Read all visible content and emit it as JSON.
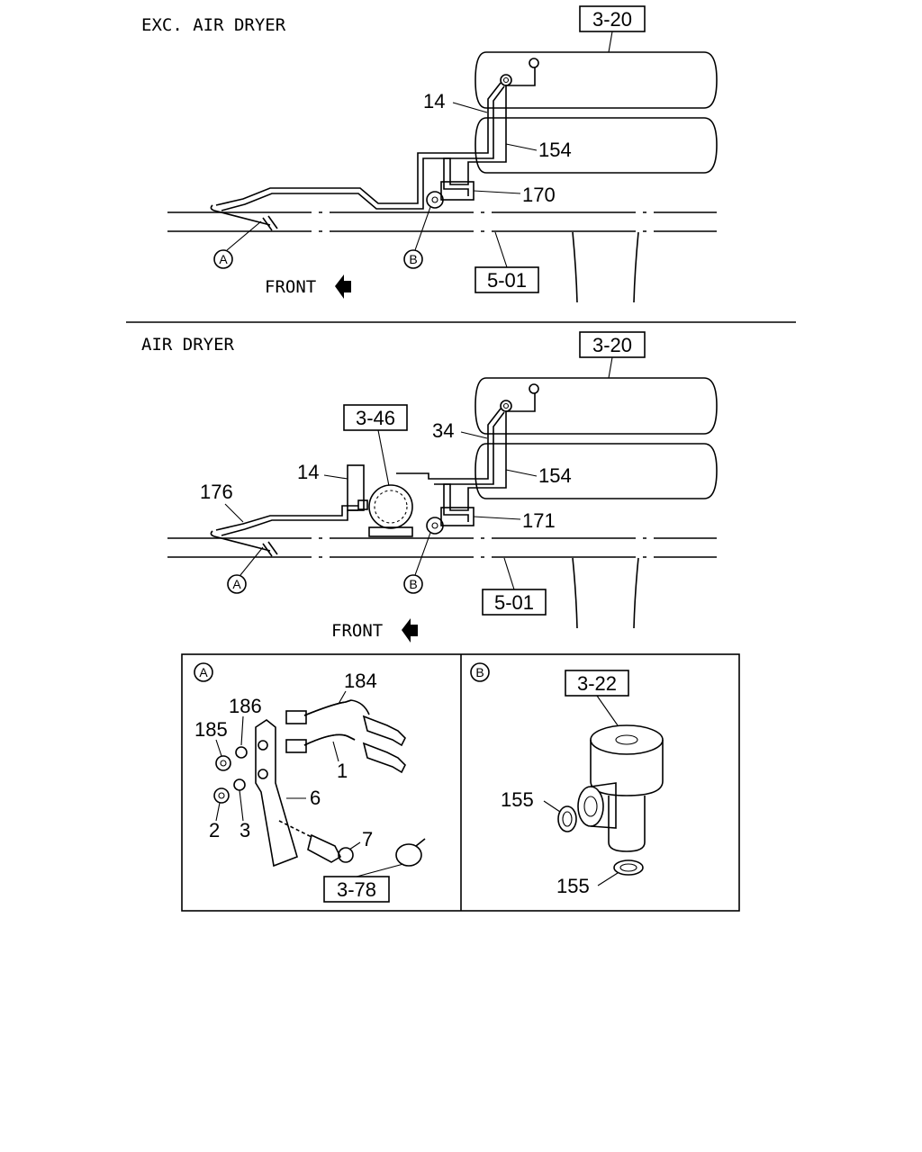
{
  "sections": {
    "top": {
      "title": "EXC. AIR DRYER"
    },
    "middle": {
      "title": "AIR DRYER"
    }
  },
  "refs": {
    "top_tank": "3-20",
    "top_frame": "5-01",
    "mid_tank": "3-20",
    "mid_dryer": "3-46",
    "mid_frame": "5-01",
    "detail_b_part": "3-22",
    "detail_a_clip": "3-78"
  },
  "callouts": {
    "top": [
      "14",
      "154",
      "170"
    ],
    "middle": [
      "34",
      "14",
      "176",
      "154",
      "171"
    ],
    "detail_a": [
      "184",
      "186",
      "185",
      "1",
      "6",
      "2",
      "3",
      "7"
    ],
    "detail_b": [
      "155",
      "155"
    ]
  },
  "markers": {
    "a": "A",
    "b": "B"
  },
  "front_label": "FRONT"
}
